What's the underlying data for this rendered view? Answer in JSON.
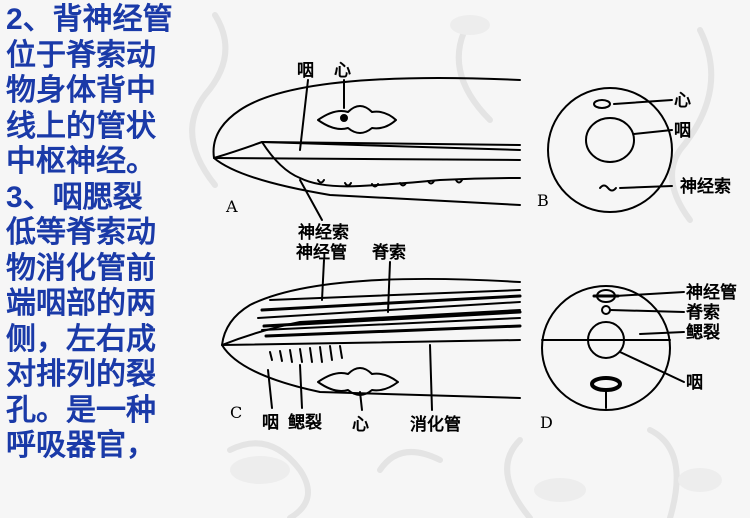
{
  "text": {
    "line1_num": "2",
    "line1_rest": "、背神经管",
    "line2": "位于脊索动",
    "line3": "物身体背中",
    "line4": "线上的管状",
    "line5": "中枢神经。",
    "line6_num": "3",
    "line6_rest": "、咽腮裂",
    "line7": "低等脊索动",
    "line8": "物消化管前",
    "line9": "端咽部的两",
    "line10": "侧，左右成",
    "line11": "对排列的裂",
    "line12": "孔。是一种",
    "line13": "呼吸器官，"
  },
  "figure": {
    "A": {
      "letter": "A",
      "label_pharynx": "咽",
      "label_heart": "心",
      "label_nerve_cord": "神经索"
    },
    "B": {
      "letter": "B",
      "label_heart": "心",
      "label_pharynx": "咽",
      "label_nerve_cord": "神经索"
    },
    "C": {
      "letter": "C",
      "label_neural_tube": "神经管",
      "label_notochord": "脊索",
      "label_pharynx": "咽",
      "label_gill_slits": "鳃裂",
      "label_heart": "心",
      "label_gut": "消化管"
    },
    "D": {
      "letter": "D",
      "label_neural_tube": "神经管",
      "label_notochord": "脊索",
      "label_gill_slits": "鳃裂",
      "label_pharynx": "咽"
    }
  },
  "colors": {
    "text": "#1a3aa8",
    "line": "#000000"
  }
}
